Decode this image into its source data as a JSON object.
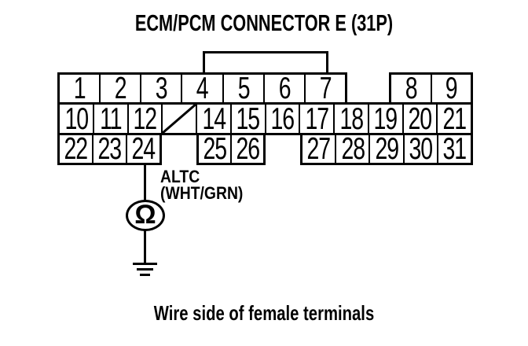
{
  "title": "ECM/PCM CONNECTOR E (31P)",
  "connector": {
    "row1_left": [
      "1",
      "2",
      "3",
      "4",
      "5",
      "6",
      "7"
    ],
    "row1_right": [
      "8",
      "9"
    ],
    "row2_left": [
      "10",
      "11",
      "12"
    ],
    "row2_right": [
      "14",
      "15",
      "16",
      "17",
      "18",
      "19",
      "20",
      "21"
    ],
    "row3_left": [
      "22",
      "23",
      "24"
    ],
    "row3_mid": [
      "25",
      "26"
    ],
    "row3_right": [
      "27",
      "28",
      "29",
      "30",
      "31"
    ]
  },
  "wire": {
    "signal_label": "ALTC",
    "color_label": "(WHT/GRN)"
  },
  "meter": {
    "symbol": "Ω"
  },
  "caption": "Wire side of female terminals",
  "colors": {
    "ink": "#000000",
    "paper": "#ffffff"
  }
}
